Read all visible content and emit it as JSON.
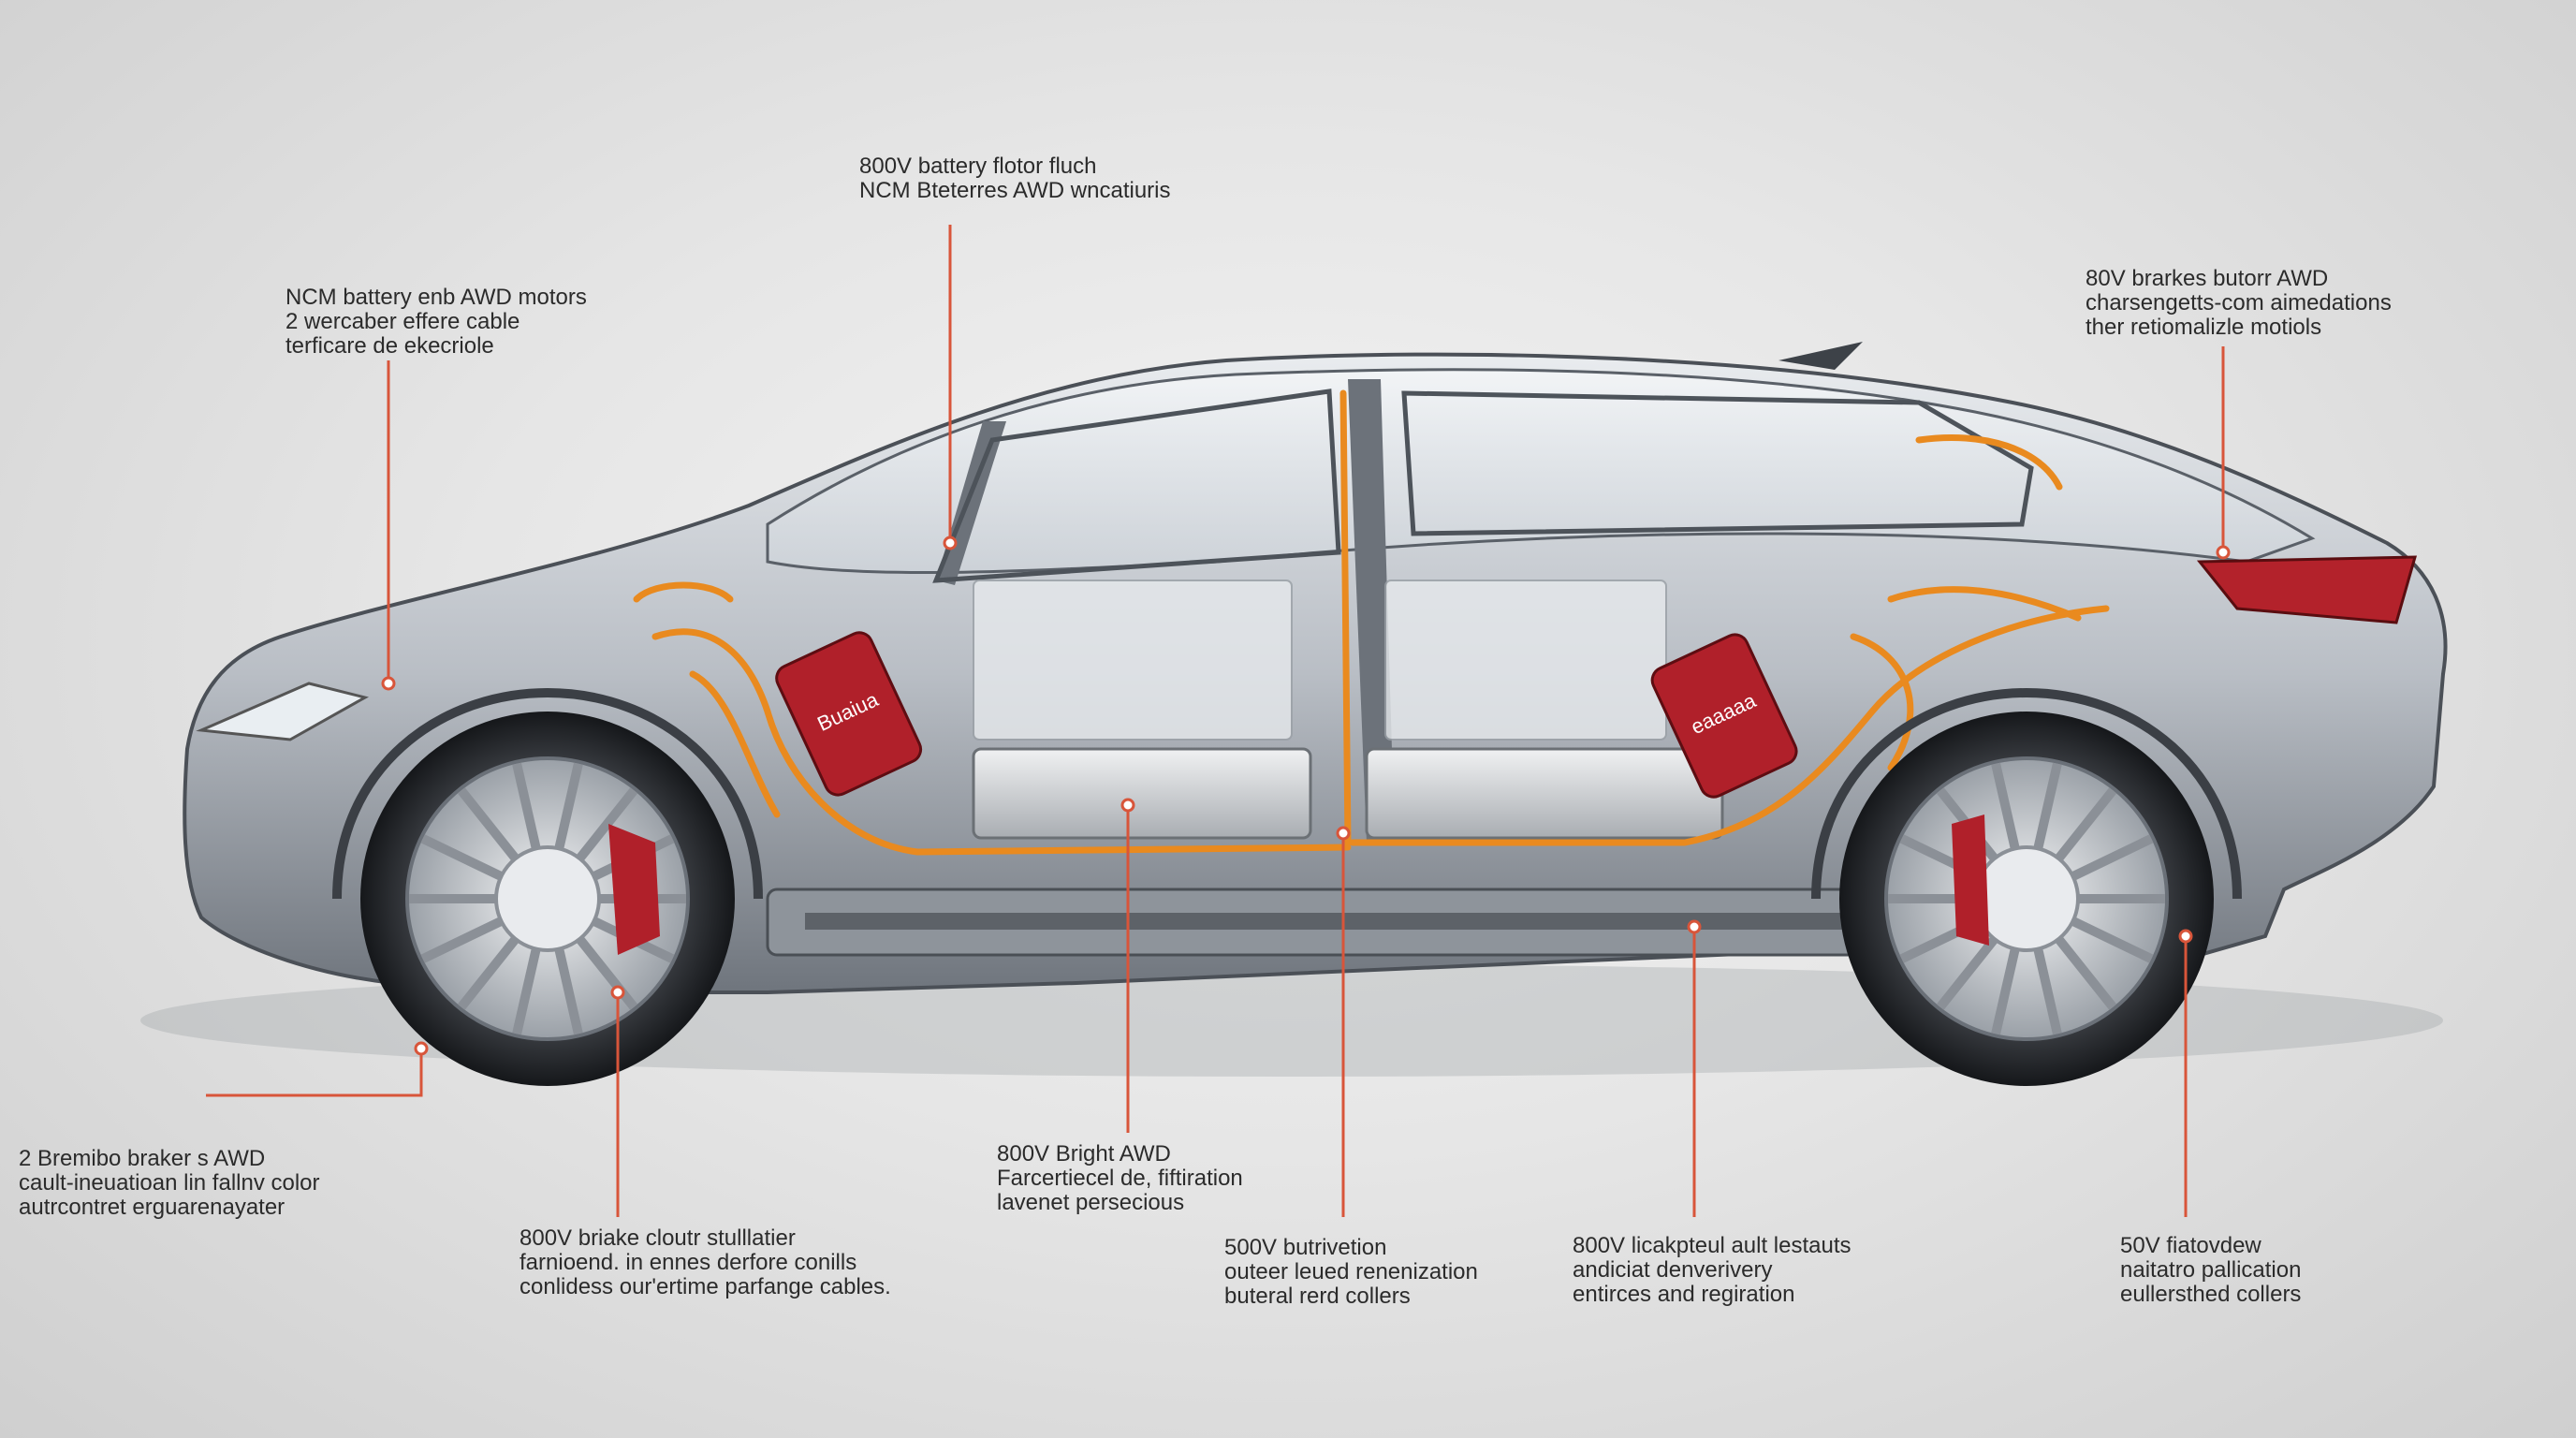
{
  "callouts": {
    "top_center": {
      "line1": "800V battery flotor fluch",
      "line2": "NCM Bteterres AWD wncatiuris"
    },
    "top_left": {
      "line1": "NCM battery enb AWD motors",
      "line2": "2 wercaber effere cable",
      "line3": "terficare de ekecriole"
    },
    "top_right": {
      "line1": "80V brarkes butorr AWD",
      "line2": "charsengetts-com aimedations",
      "line3": "ther retiomalizle motiols"
    },
    "bottom_left": {
      "line1": "2 Bremibo braker s AWD",
      "line2": "cault-ineuatioan lin fallnv color",
      "line3": "autrcontret erguarenayater"
    },
    "bottom_left_center": {
      "line1": "800V briake cloutr stulllatier",
      "line2": "farnioend. in ennes derfore conills",
      "line3": "conlidess our'ertime parfange cables."
    },
    "bottom_center": {
      "line1": "800V Bright AWD",
      "line2": "Farcertiecel de, fiftiration",
      "line3": "lavenet persecious"
    },
    "bottom_center_right": {
      "line1": "500V butrivetion",
      "line2": "outeer leued renenization",
      "line3": "buteral rerd collers"
    },
    "bottom_right_center": {
      "line1": "800V licakpteul ault lestauts",
      "line2": "andiciat denverivery",
      "line3": "entirces and regiration"
    },
    "bottom_right": {
      "line1": "50V fiatovdew",
      "line2": "naitatro pallication",
      "line3": "eullersthed collers"
    }
  },
  "battery_badges": {
    "front": "Buaiua",
    "rear": "eaaaaa"
  },
  "colors": {
    "leader_line": "#d8553a",
    "cable": "#e98a1f",
    "brake_caliper": "#b0202a",
    "body_silver": "#c9cdd2",
    "text": "#2b2b2b"
  }
}
